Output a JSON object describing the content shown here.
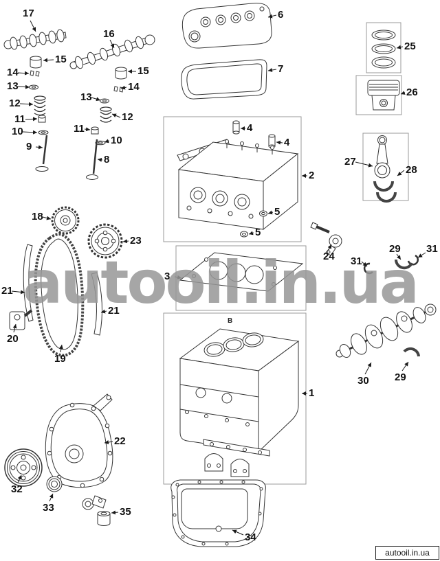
{
  "watermark": {
    "text": "autooil.in.ua"
  },
  "footer": {
    "label": "autooil.in.ua"
  },
  "markers": {
    "block_view": "B"
  },
  "callouts": [
    {
      "label": "17"
    },
    {
      "label": "16"
    },
    {
      "label": "6"
    },
    {
      "label": "25"
    },
    {
      "label": "15"
    },
    {
      "label": "14"
    },
    {
      "label": "13"
    },
    {
      "label": "15"
    },
    {
      "label": "7"
    },
    {
      "label": "26"
    },
    {
      "label": "12"
    },
    {
      "label": "13"
    },
    {
      "label": "14"
    },
    {
      "label": "11"
    },
    {
      "label": "12"
    },
    {
      "label": "10"
    },
    {
      "label": "11"
    },
    {
      "label": "4"
    },
    {
      "label": "9"
    },
    {
      "label": "10"
    },
    {
      "label": "4"
    },
    {
      "label": "27"
    },
    {
      "label": "28"
    },
    {
      "label": "8"
    },
    {
      "label": "2"
    },
    {
      "label": "5"
    },
    {
      "label": "18"
    },
    {
      "label": "5"
    },
    {
      "label": "23"
    },
    {
      "label": "24"
    },
    {
      "label": "31"
    },
    {
      "label": "29"
    },
    {
      "label": "31"
    },
    {
      "label": "3"
    },
    {
      "label": "21"
    },
    {
      "label": "21"
    },
    {
      "label": "20"
    },
    {
      "label": "19"
    },
    {
      "label": "30"
    },
    {
      "label": "29"
    },
    {
      "label": "1"
    },
    {
      "label": "22"
    },
    {
      "label": "32"
    },
    {
      "label": "33"
    },
    {
      "label": "35"
    },
    {
      "label": "34"
    }
  ]
}
